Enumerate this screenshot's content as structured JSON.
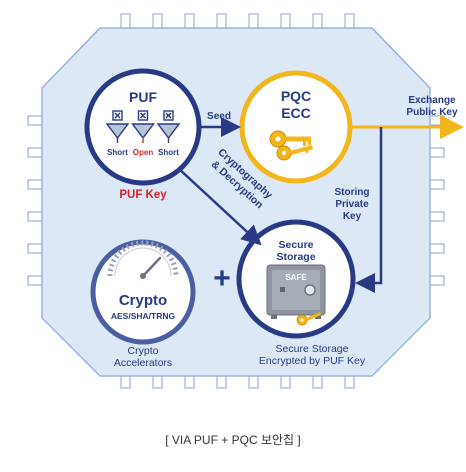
{
  "puf": {
    "title": "PUF",
    "label_short1": "Short",
    "label_open": "Open",
    "label_short2": "Short",
    "caption": "PUF Key"
  },
  "pqc": {
    "title_line1": "PQC",
    "title_line2": "ECC"
  },
  "arrows": {
    "seed": "Seed",
    "crypto_line1": "Cryptography",
    "crypto_line2": "& Decryption",
    "exchange_line1": "Exchange",
    "exchange_line2": "Public Key",
    "storing_line1": "Storing",
    "storing_line2": "Private",
    "storing_line3": "Key"
  },
  "crypto": {
    "title": "Crypto",
    "subtitle": "AES/SHA/TRNG",
    "caption_line1": "Crypto",
    "caption_line2": "Accelerators",
    "plus": "+"
  },
  "storage": {
    "title_line1": "Secure",
    "title_line2": "Storage",
    "safe_label": "SAFE",
    "caption_line1": "Secure Storage",
    "caption_line2": "Encrypted by PUF Key"
  },
  "footer": {
    "caption": "[ VIA PUF + PQC 보안칩 ]"
  },
  "colors": {
    "navy": "#283a86",
    "gold": "#f2b51a",
    "red": "#d0262b",
    "chip_fill": "#dde8f7",
    "chip_stroke": "#9bb3dc",
    "pin": "#ffffff"
  }
}
